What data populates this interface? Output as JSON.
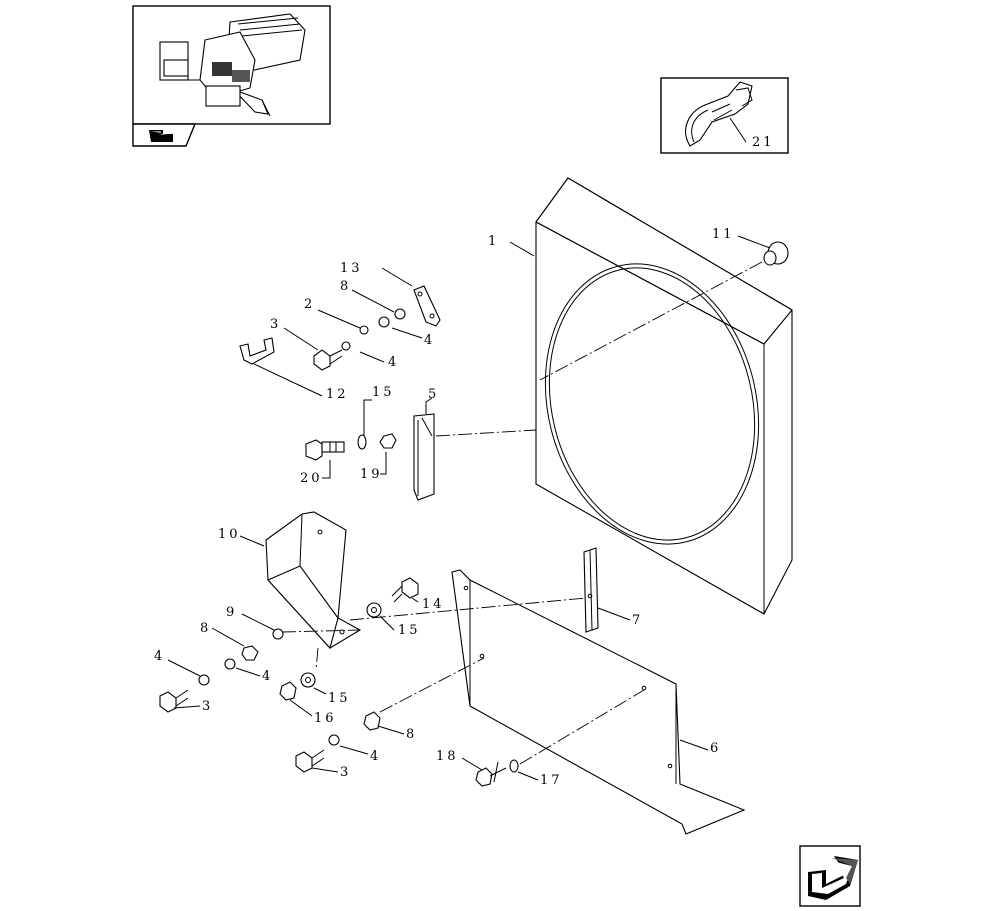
{
  "diagram": {
    "callouts": {
      "c1": "1",
      "c5": "5",
      "c6": "6",
      "c7": "7",
      "c10": "10",
      "c11": "11",
      "c12": "12",
      "c13": "13",
      "c14": "14",
      "c15a": "15",
      "c15b": "15",
      "c15c": "15",
      "c16": "16",
      "c17": "17",
      "c18": "18",
      "c19": "19",
      "c20": "20",
      "c21": "21",
      "c2": "2",
      "c3a": "3",
      "c3b": "3",
      "c3c": "3",
      "c4a": "4",
      "c4b": "4",
      "c4c": "4",
      "c4d": "4",
      "c4e": "4",
      "c8a": "8",
      "c8b": "8",
      "c8c": "8",
      "c9": "9"
    },
    "icons": {
      "overview": "machine-overview-icon",
      "page_flag": "page-flag-icon",
      "detail": "latch-detail-icon",
      "next": "next-page-arrow-icon"
    }
  }
}
